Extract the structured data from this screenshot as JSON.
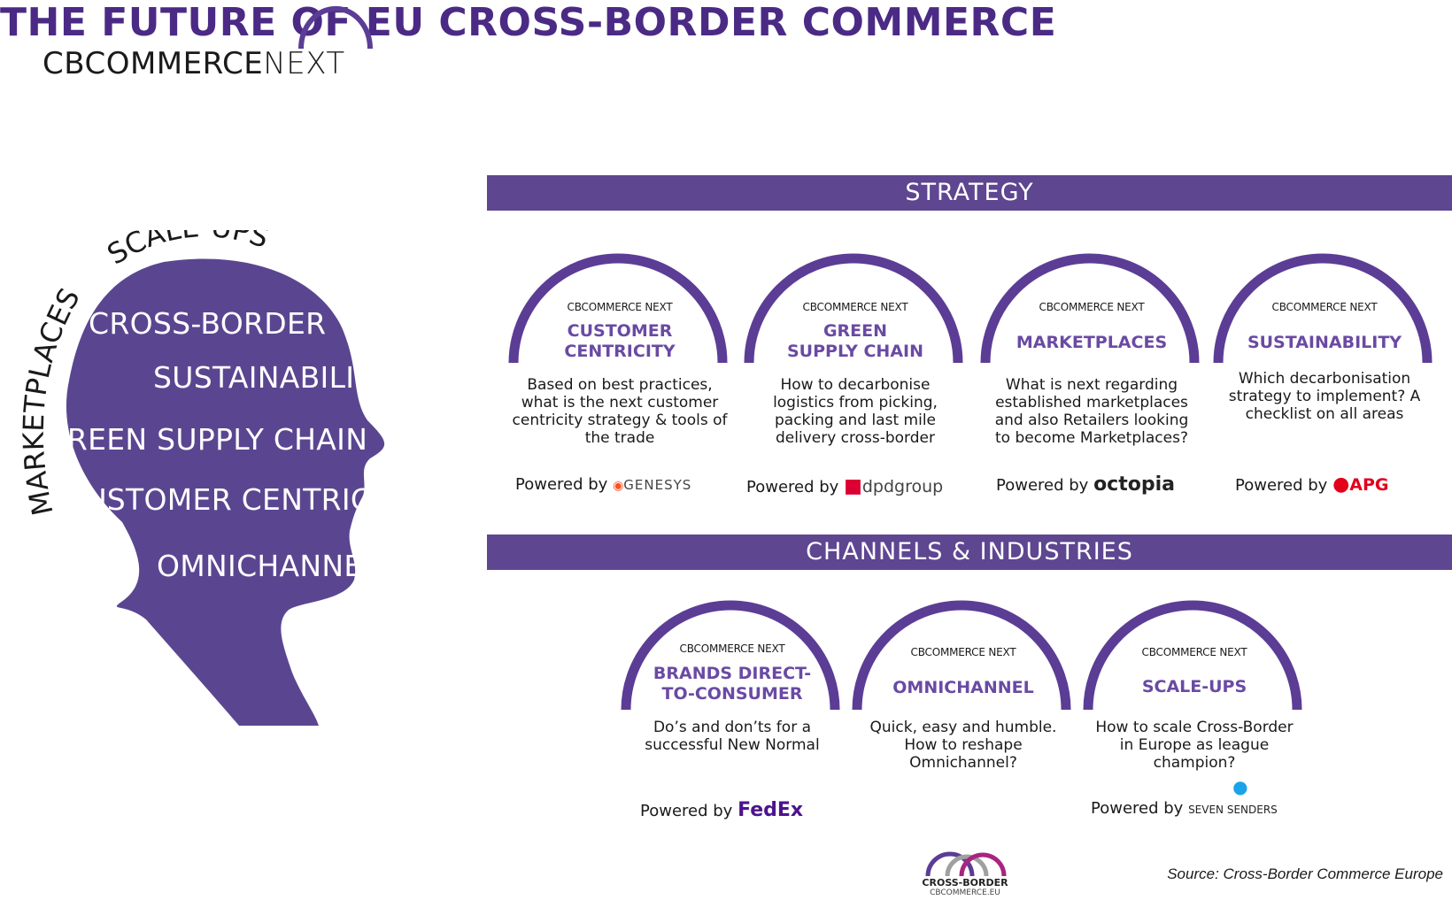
{
  "logo": {
    "part1": "CBCOMMERCE",
    "part2": "NEXT"
  },
  "title": "THE FUTURE OF EU CROSS-BORDER COMMERCE",
  "head": {
    "arc_top": "SCALE-UPS",
    "arc_left": "MARKETPLACES",
    "words": [
      "CROSS-BORDER",
      "SUSTAINABILITY",
      "GREEN SUPPLY CHAIN",
      "CUSTOMER CENTRICITY",
      "OMNICHANNEL"
    ]
  },
  "strategy_band": "STRATEGY",
  "channels_band": "CHANNELS & INDUSTRIES",
  "card_brand": "CBCOMMERCE NEXT",
  "powered_by": "Powered by",
  "strategy_cards": [
    {
      "topic1": "CUSTOMER",
      "topic2": "CENTRICITY",
      "desc": [
        "Based on best practices,",
        "what is the next customer",
        "centricity strategy & tools of",
        "the trade"
      ],
      "sponsor": "GENESYS"
    },
    {
      "topic1": "GREEN",
      "topic2": "SUPPLY CHAIN",
      "desc": [
        "How to decarbonise",
        "logistics from picking,",
        "packing and last mile",
        "delivery cross-border"
      ],
      "sponsor": "dpdgroup"
    },
    {
      "topic1": "MARKETPLACES",
      "topic2": "",
      "desc": [
        "What is next regarding",
        "established marketplaces",
        "and also Retailers looking",
        "to become Marketplaces?"
      ],
      "sponsor": "octopia"
    },
    {
      "topic1": "SUSTAINABILITY",
      "topic2": "",
      "desc": [
        "Which decarbonisation",
        "strategy to implement? A",
        "checklist on all areas",
        ""
      ],
      "sponsor": "APG"
    }
  ],
  "channel_cards": [
    {
      "topic1": "BRANDS DIRECT-",
      "topic2": "TO-CONSUMER",
      "desc": [
        "Do’s and don’ts for a",
        "successful New Normal",
        ""
      ],
      "sponsor": "FedEx"
    },
    {
      "topic1": "OMNICHANNEL",
      "topic2": "",
      "desc": [
        "Quick, easy and humble.",
        "How to reshape",
        "Omnichannel?"
      ],
      "sponsor": ""
    },
    {
      "topic1": "SCALE-UPS",
      "topic2": "",
      "desc": [
        "How to scale Cross-Border",
        "in Europe as league",
        "champion?"
      ],
      "sponsor": "SEVEN SENDERS"
    }
  ],
  "footer_logo": {
    "line1": "CROSS-BORDER",
    "line2": "CBCOMMERCE.EU"
  },
  "source": "Source: Cross-Border Commerce Europe",
  "colors": {
    "purple": "#4b2a85",
    "band": "#5e4691",
    "arc": "#5b3d95",
    "head": "#5a4690"
  }
}
